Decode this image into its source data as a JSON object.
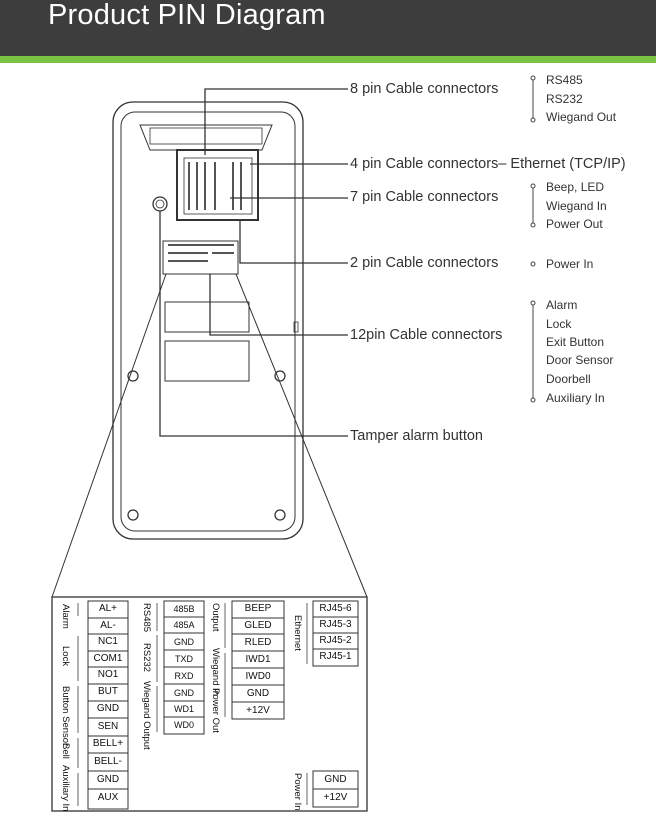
{
  "header": {
    "title": "Product PIN Diagram"
  },
  "colors": {
    "header_bg": "#3d3d3d",
    "accent_bar": "#7cc242",
    "line": "#333333"
  },
  "callouts": {
    "pin8": "8 pin Cable connectors",
    "pin4": "4 pin Cable connectors– Ethernet (TCP/IP)",
    "pin7": "7 pin Cable connectors",
    "pin2": "2 pin Cable connectors",
    "pin12": "12pin Cable connectors",
    "tamper": "Tamper alarm button"
  },
  "options": {
    "pin8": [
      "RS485",
      "RS232",
      "Wiegand Out"
    ],
    "pin7": [
      "Beep, LED",
      "Wiegand In",
      "Power Out"
    ],
    "pin2": [
      "Power In"
    ],
    "pin12": [
      "Alarm",
      "Lock",
      "Exit Button",
      "Door Sensor",
      "Doorbell",
      "Auxiliary In"
    ]
  },
  "pin_table": {
    "col1": {
      "groups": [
        "Alarm",
        "Lock",
        "Button Sensor",
        "Bell",
        "Auxiliary In"
      ],
      "cells": [
        "AL+",
        "AL-",
        "NC1",
        "COM1",
        "NO1",
        "BUT",
        "GND",
        "SEN",
        "BELL+",
        "BELL-",
        "GND",
        "AUX"
      ]
    },
    "col2": {
      "groups": [
        "RS485",
        "RS232",
        "Wiegand Output"
      ],
      "cells": [
        "485B",
        "485A",
        "GND",
        "TXD",
        "RXD",
        "GND",
        "WD1",
        "WD0"
      ]
    },
    "col3": {
      "groups": [
        "Output",
        "Wiegand In",
        "Power Out"
      ],
      "cells": [
        "BEEP",
        "GLED",
        "RLED",
        "IWD1",
        "IWD0",
        "GND",
        "+12V"
      ]
    },
    "col4": {
      "groups": [
        "Ethernet",
        "Power In"
      ],
      "cells": [
        "RJ45-6",
        "RJ45-3",
        "RJ45-2",
        "RJ45-1",
        "GND",
        "+12V"
      ]
    }
  }
}
